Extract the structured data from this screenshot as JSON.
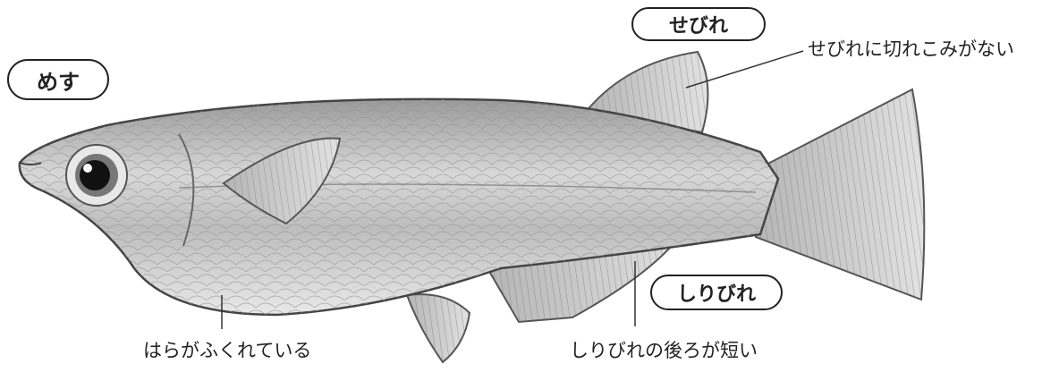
{
  "labels": {
    "female": "めす",
    "dorsal_fin": "せびれ",
    "anal_fin": "しりびれ"
  },
  "captions": {
    "dorsal": "せびれに切れこみがない",
    "belly": "はらがふくれている",
    "anal": "しりびれの後ろが短い"
  },
  "colors": {
    "body": "#c8c8c8",
    "outline": "#444444",
    "text": "#222222"
  }
}
